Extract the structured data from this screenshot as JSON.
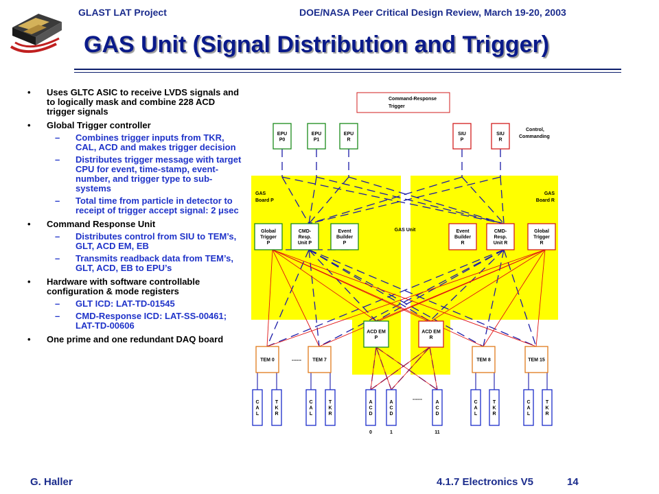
{
  "header": {
    "left": "GLAST LAT Project",
    "right": "DOE/NASA Peer Critical Design Review, March 19-20, 2003"
  },
  "title": "GAS Unit (Signal Distribution and Trigger)",
  "logo_icon": "glast-satellite-logo",
  "bullets": [
    {
      "text": "Uses GLTC ASIC to receive LVDS signals and to logically mask and combine 228 ACD trigger signals",
      "subs": []
    },
    {
      "text": "Global Trigger controller",
      "subs": [
        "Combines trigger inputs from TKR, CAL, ACD and makes trigger decision",
        "Distributes trigger message with target CPU for event, time-stamp, event-number, and trigger type to sub-systems",
        "Total time from particle in detector to receipt of trigger accept signal:  2 μsec"
      ]
    },
    {
      "text": "Command Response Unit",
      "subs": [
        "Distributes control from SIU to TEM’s, GLT, ACD EM, EB",
        "Transmits readback data from TEM’s, GLT, ACD, EB to EPU’s"
      ]
    },
    {
      "text": "Hardware with software controllable configuration & mode registers",
      "subs": [
        "GLT ICD: LAT-TD-01545",
        "CMD-Response ICD: LAT-SS-00461; LAT-TD-00606"
      ]
    },
    {
      "text": "One prime and one redundant DAQ board",
      "subs": []
    }
  ],
  "diagram": {
    "legend": {
      "command_response": "Command-Response",
      "trigger": "Trigger"
    },
    "top_label": [
      "Control,",
      "Commanding"
    ],
    "gas_unit_label": "GAS Unit",
    "board_p_label": [
      "GAS",
      "Board P"
    ],
    "board_r_label": [
      "GAS",
      "Board R"
    ],
    "epu": [
      [
        "EPU",
        "P0"
      ],
      [
        "EPU",
        "P1"
      ],
      [
        "EPU",
        "R"
      ]
    ],
    "siu": [
      [
        "SIU",
        "P"
      ],
      [
        "SIU",
        "R"
      ]
    ],
    "gas_p": [
      [
        "Global",
        "Trigger",
        "P"
      ],
      [
        "CMD-",
        "Resp.",
        "Unit P"
      ],
      [
        "Event",
        "Builder",
        "P"
      ]
    ],
    "gas_r": [
      [
        "Event",
        "Builder",
        "R"
      ],
      [
        "CMD-",
        "Resp.",
        "Unit R"
      ],
      [
        "Global",
        "Trigger",
        "R"
      ]
    ],
    "acd_em": [
      [
        "ACD EM",
        "P"
      ],
      [
        "ACD EM",
        "R"
      ]
    ],
    "tem": [
      "TEM 0",
      "TEM 7",
      "TEM 8",
      "TEM 15"
    ],
    "tem_ellipsis": "------",
    "acd_ellipsis": "------",
    "subsystems": [
      [
        "C",
        "A",
        "L"
      ],
      [
        "T",
        "K",
        "R"
      ],
      [
        "C",
        "A",
        "L"
      ],
      [
        "T",
        "K",
        "R"
      ],
      [
        "A",
        "C",
        "D"
      ],
      [
        "A",
        "C",
        "D"
      ],
      [
        "A",
        "C",
        "D"
      ],
      [
        "C",
        "A",
        "L"
      ],
      [
        "T",
        "K",
        "R"
      ],
      [
        "C",
        "A",
        "L"
      ],
      [
        "T",
        "K",
        "R"
      ]
    ],
    "acd_numbers": [
      "0",
      "1",
      "11"
    ],
    "colors": {
      "board_fill": "#ffff00",
      "command_line": "#1a1aa8",
      "trigger_line": "#e01010",
      "green_box": "#1a8a1a",
      "red_box": "#d21c1c",
      "orange_box": "#e07a1a",
      "blue_box": "#1a2bc9"
    }
  },
  "footer": {
    "author": "G. Haller",
    "section": "4.1.7 Electronics  V5",
    "page": "14"
  }
}
